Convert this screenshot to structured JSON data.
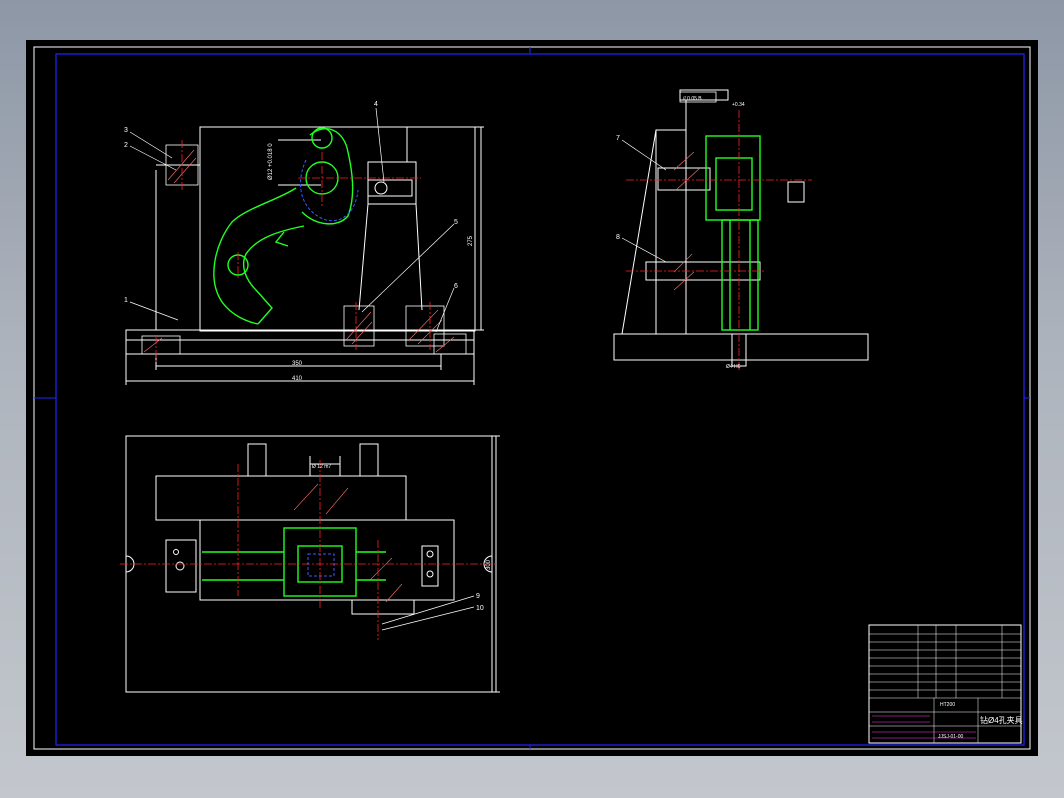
{
  "colors": {
    "outline": "#ffffff",
    "border": "#2323ff",
    "centerline": "#ff2020",
    "part": "#22ff22",
    "hidden": "#3a5cff",
    "annotation": "#ff3cf0",
    "leader": "#ffffff"
  },
  "front_view": {
    "balloons": [
      "1",
      "2",
      "3",
      "4",
      "5",
      "6"
    ],
    "dimensions": {
      "inner": "350",
      "overall": "410",
      "height": "275",
      "bore": "Ø12 +0.018 0"
    }
  },
  "side_view": {
    "balloons": [
      "7",
      "8"
    ],
    "tolerance_frame": "// 0.05 B",
    "dimension_top": "+0.34",
    "dimension_bottom": "Ø4 H6"
  },
  "top_view": {
    "balloons": [
      "9",
      "10"
    ],
    "dimension_top": "Ø 12 m7",
    "dimension_side": "300"
  },
  "title_block": {
    "material": "HT200",
    "drawing_title": "钻Ø4孔夹具",
    "drawing_number": "JJSJ-01-00"
  }
}
